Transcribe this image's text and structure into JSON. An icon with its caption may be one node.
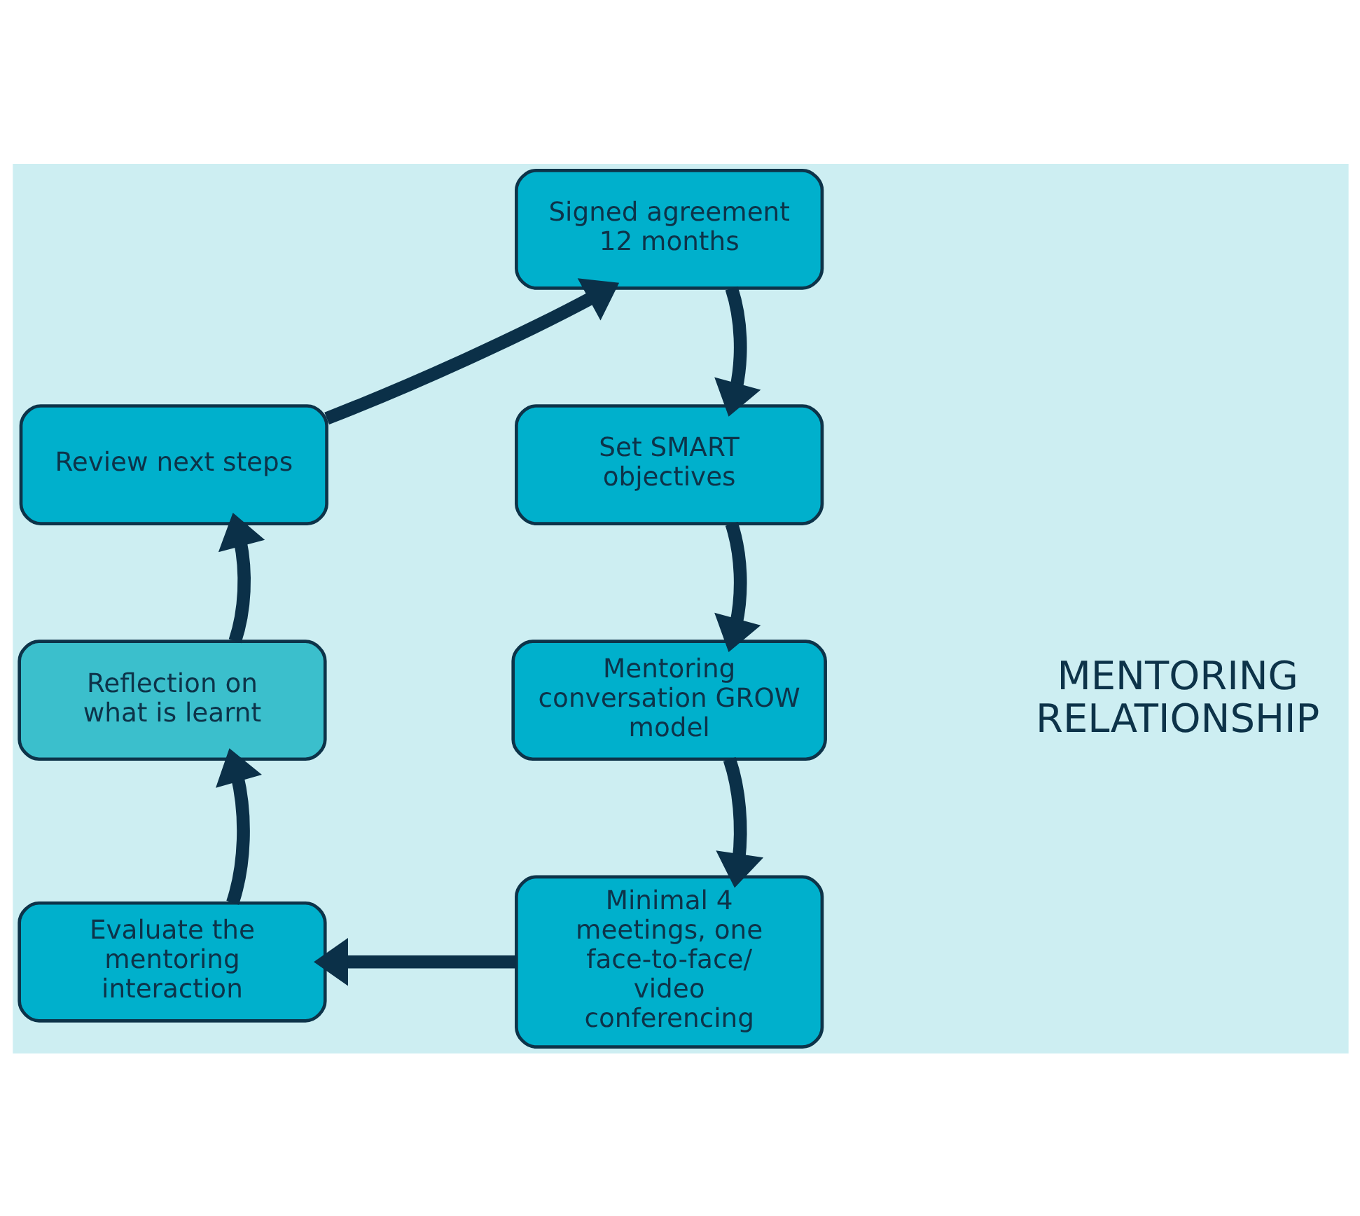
{
  "diagram": {
    "nodes": [
      {
        "text": [
          "Signed agreement 12 months"
        ]
      },
      {
        "text": [
          "Set SMART objectives"
        ]
      },
      {
        "text": [
          "Mentoring conversation GROW model"
        ]
      },
      {
        "text": [
          "Minimal 4 meetings, one face-to-face/ video conferencing"
        ]
      },
      {
        "text": [
          "Evaluate the mentoring interaction"
        ]
      },
      {
        "text": [
          "Reflection on what is learnt"
        ]
      },
      {
        "text": [
          "Review next steps"
        ]
      }
    ],
    "edges": [
      {
        "from": 0,
        "to": 1,
        "arrow": "to"
      },
      {
        "from": 1,
        "to": 2,
        "arrow": "to"
      },
      {
        "from": 2,
        "to": 3,
        "arrow": "to"
      },
      {
        "from": 3,
        "to": 4,
        "arrow": "to"
      },
      {
        "from": 4,
        "to": 5,
        "arrow": "to"
      },
      {
        "from": 5,
        "to": 6,
        "arrow": "to"
      },
      {
        "from": 6,
        "to": 0,
        "arrow": "to"
      }
    ],
    "labels": [
      "MENTORING RELATIONSHIP"
    ]
  }
}
